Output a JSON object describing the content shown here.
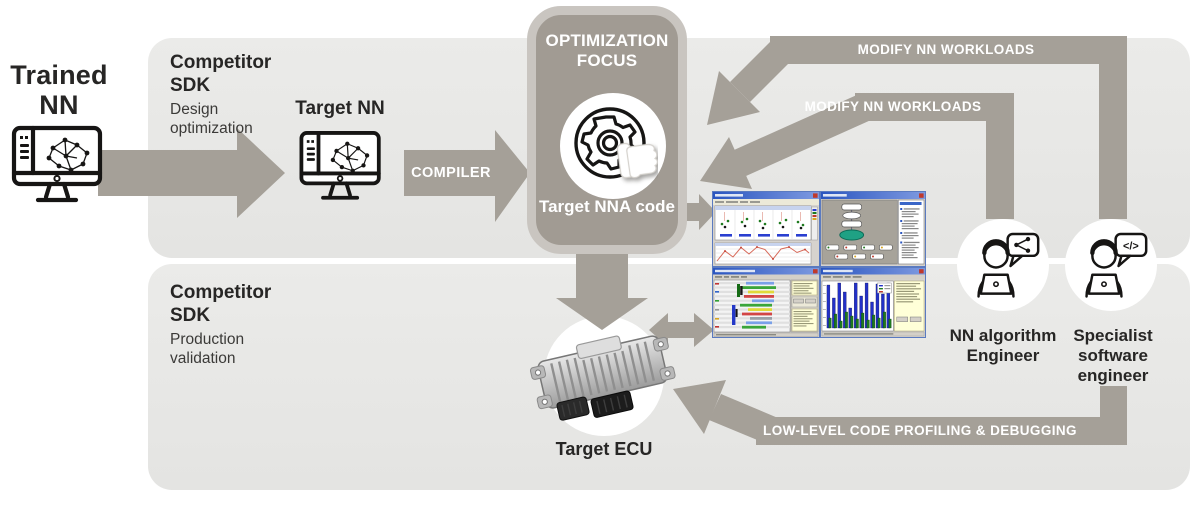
{
  "diagram": {
    "trained_nn": "Trained NN",
    "target_nn": "Target NN",
    "panel_design": {
      "title": "Competitor SDK",
      "subtitle": "Design optimization"
    },
    "panel_production": {
      "title": "Competitor SDK",
      "subtitle": "Production validation"
    },
    "compiler_label": "COMPILER",
    "optimization": {
      "title": "OPTIMIZATION FOCUS",
      "code_label": "Target NNA code"
    },
    "arrows": {
      "modify_outer": "MODIFY NN WORKLOADS",
      "modify_inner": "MODIFY NN WORKLOADS",
      "low_level": "LOW-LEVEL CODE PROFILING & DEBUGGING"
    },
    "target_ecu": "Target ECU",
    "engineers": {
      "nn_algorithm": "NN algorithm Engineer",
      "specialist": "Specialist software engineer"
    },
    "icons": {
      "trained_monitor": "monitor-neural-network-icon",
      "target_monitor": "monitor-neural-network-icon",
      "optimization": "gear-thumbs-down-icon",
      "nn_engineer": "engineer-share-bubble-icon",
      "specialist_engineer": "engineer-code-bubble-icon",
      "ecu": "ecu-device-image",
      "screens": "profiler-screenshots-collage"
    },
    "colors": {
      "arrow": "#a5a098",
      "panel": "#e9e9e7",
      "focus_box": "#a19b93",
      "focus_border": "#c9c5c0",
      "text": "#272625",
      "white": "#ffffff"
    }
  }
}
